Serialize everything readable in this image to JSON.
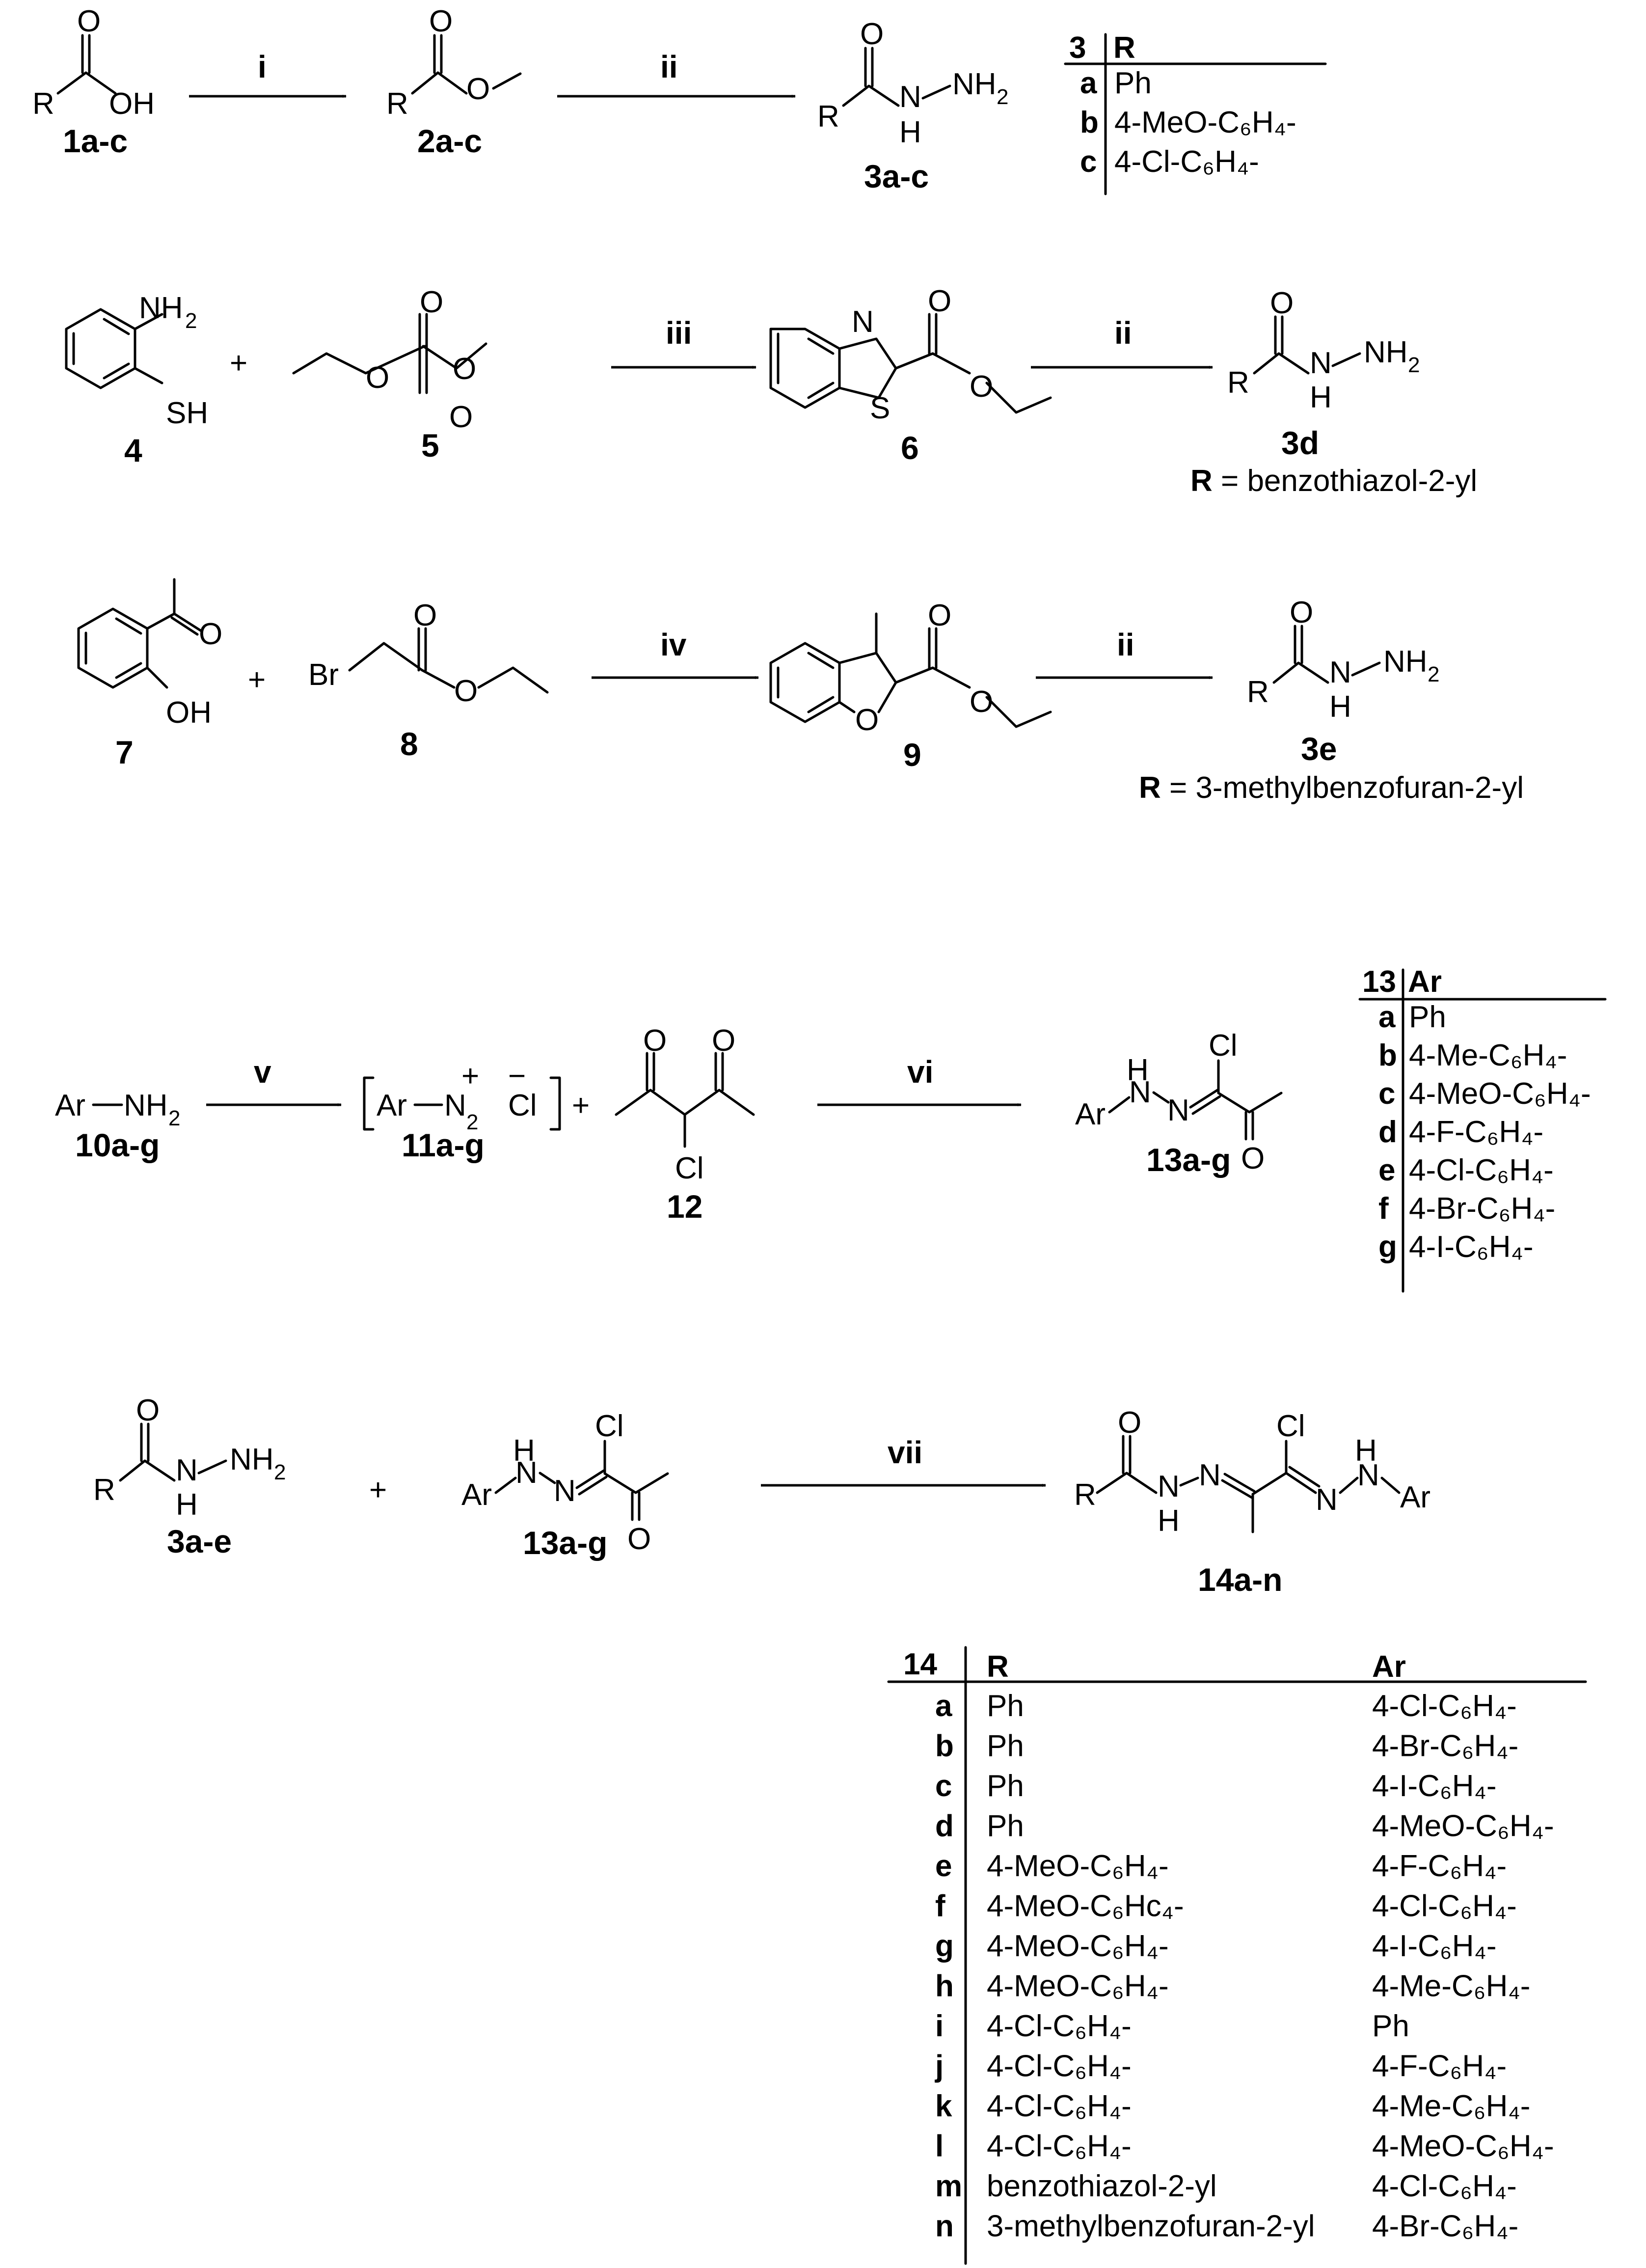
{
  "row1": {
    "reagent_i": "i",
    "reagent_ii": "ii",
    "cmpd_1": "1a-c",
    "cmpd_2": "2a-c",
    "cmpd_3": "3a-c",
    "table3": {
      "head_num": "3",
      "head_col": "R",
      "rows": [
        {
          "id": "a",
          "r": "Ph"
        },
        {
          "id": "b",
          "r": "4-MeO-C₆H₄-"
        },
        {
          "id": "c",
          "r": "4-Cl-C₆H₄-"
        }
      ]
    }
  },
  "row2": {
    "reagent_iii": "iii",
    "reagent_ii": "ii",
    "cmpd_4": "4",
    "cmpd_5": "5",
    "cmpd_6": "6",
    "cmpd_3d": "3d",
    "r_label": "R",
    "r_value": " = benzothiazol-2-yl"
  },
  "row3": {
    "reagent_iv": "iv",
    "reagent_ii": "ii",
    "cmpd_7": "7",
    "cmpd_8": "8",
    "cmpd_9": "9",
    "cmpd_3e": "3e",
    "r_label": "R",
    "r_value": " = 3-methylbenzofuran-2-yl"
  },
  "row4": {
    "reagent_v": "v",
    "reagent_vi": "vi",
    "cmpd_10": "10a-g",
    "cmpd_11": "11a-g",
    "cmpd_12": "12",
    "cmpd_13": "13a-g",
    "table13": {
      "head_num": "13",
      "head_col": "Ar",
      "rows": [
        {
          "id": "a",
          "ar": "Ph"
        },
        {
          "id": "b",
          "ar": "4-Me-C₆H₄-"
        },
        {
          "id": "c",
          "ar": "4-MeO-C₆H₄-"
        },
        {
          "id": "d",
          "ar": "4-F-C₆H₄-"
        },
        {
          "id": "e",
          "ar": "4-Cl-C₆H₄-"
        },
        {
          "id": "f",
          "ar": "4-Br-C₆H₄-"
        },
        {
          "id": "g",
          "ar": "4-I-C₆H₄-"
        }
      ]
    }
  },
  "row5": {
    "reagent_vii": "vii",
    "cmpd_3": "3a-e",
    "cmpd_13": "13a-g",
    "cmpd_14": "14a-n"
  },
  "table14": {
    "head_num": "14",
    "head_r": "R",
    "head_ar": "Ar",
    "rows": [
      {
        "id": "a",
        "r": "Ph",
        "ar": "4-Cl-C₆H₄-"
      },
      {
        "id": "b",
        "r": "Ph",
        "ar": "4-Br-C₆H₄-"
      },
      {
        "id": "c",
        "r": "Ph",
        "ar": "4-I-C₆H₄-"
      },
      {
        "id": "d",
        "r": "Ph",
        "ar": "4-MeO-C₆H₄-"
      },
      {
        "id": "e",
        "r": "4-MeO-C₆H₄-",
        "ar": "4-F-C₆H₄-"
      },
      {
        "id": "f",
        "r": "4-MeO-C₆Hc₄-",
        "ar": "4-Cl-C₆H₄-"
      },
      {
        "id": "g",
        "r": "4-MeO-C₆H₄-",
        "ar": "4-I-C₆H₄-"
      },
      {
        "id": "h",
        "r": "4-MeO-C₆H₄-",
        "ar": "4-Me-C₆H₄-"
      },
      {
        "id": "i",
        "r": "4-Cl-C₆H₄-",
        "ar": "Ph"
      },
      {
        "id": "j",
        "r": "4-Cl-C₆H₄-",
        "ar": "4-F-C₆H₄-"
      },
      {
        "id": "k",
        "r": "4-Cl-C₆H₄-",
        "ar": "4-Me-C₆H₄-"
      },
      {
        "id": "l",
        "r": "4-Cl-C₆H₄-",
        "ar": "4-MeO-C₆H₄-"
      },
      {
        "id": "m",
        "r": "benzothiazol-2-yl",
        "ar": "4-Cl-C₆H₄-"
      },
      {
        "id": "n",
        "r": "3-methylbenzofuran-2-yl",
        "ar": "4-Br-C₆H₄-"
      }
    ]
  }
}
